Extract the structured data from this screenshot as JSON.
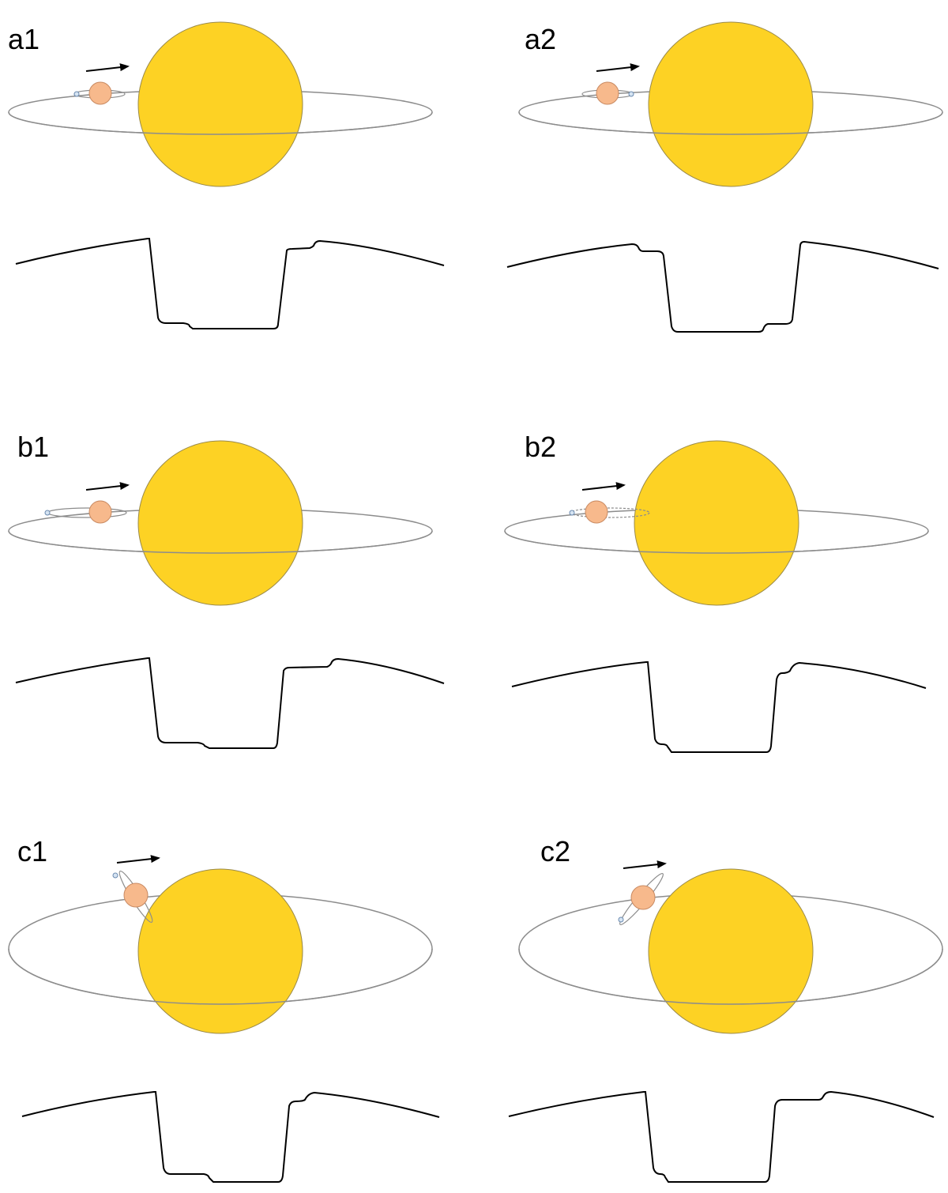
{
  "panels": [
    {
      "label": "a1"
    },
    {
      "label": "a2"
    },
    {
      "label": "b1"
    },
    {
      "label": "b2"
    },
    {
      "label": "c1"
    },
    {
      "label": "c2"
    }
  ],
  "colors": {
    "star_fill": "#FDD224",
    "star_stroke": "#9A8A4A",
    "planet_fill": "#F7B98C",
    "planet_stroke": "#C98A62",
    "orbit_stroke": "#8C8C8C",
    "moon_fill": "#D6E4F2",
    "moon_stroke": "#6A8AB0",
    "lightcurve_stroke": "#000000",
    "arrow": "#000000"
  },
  "icons": {
    "motion_arrow": "right-arrow-icon"
  }
}
